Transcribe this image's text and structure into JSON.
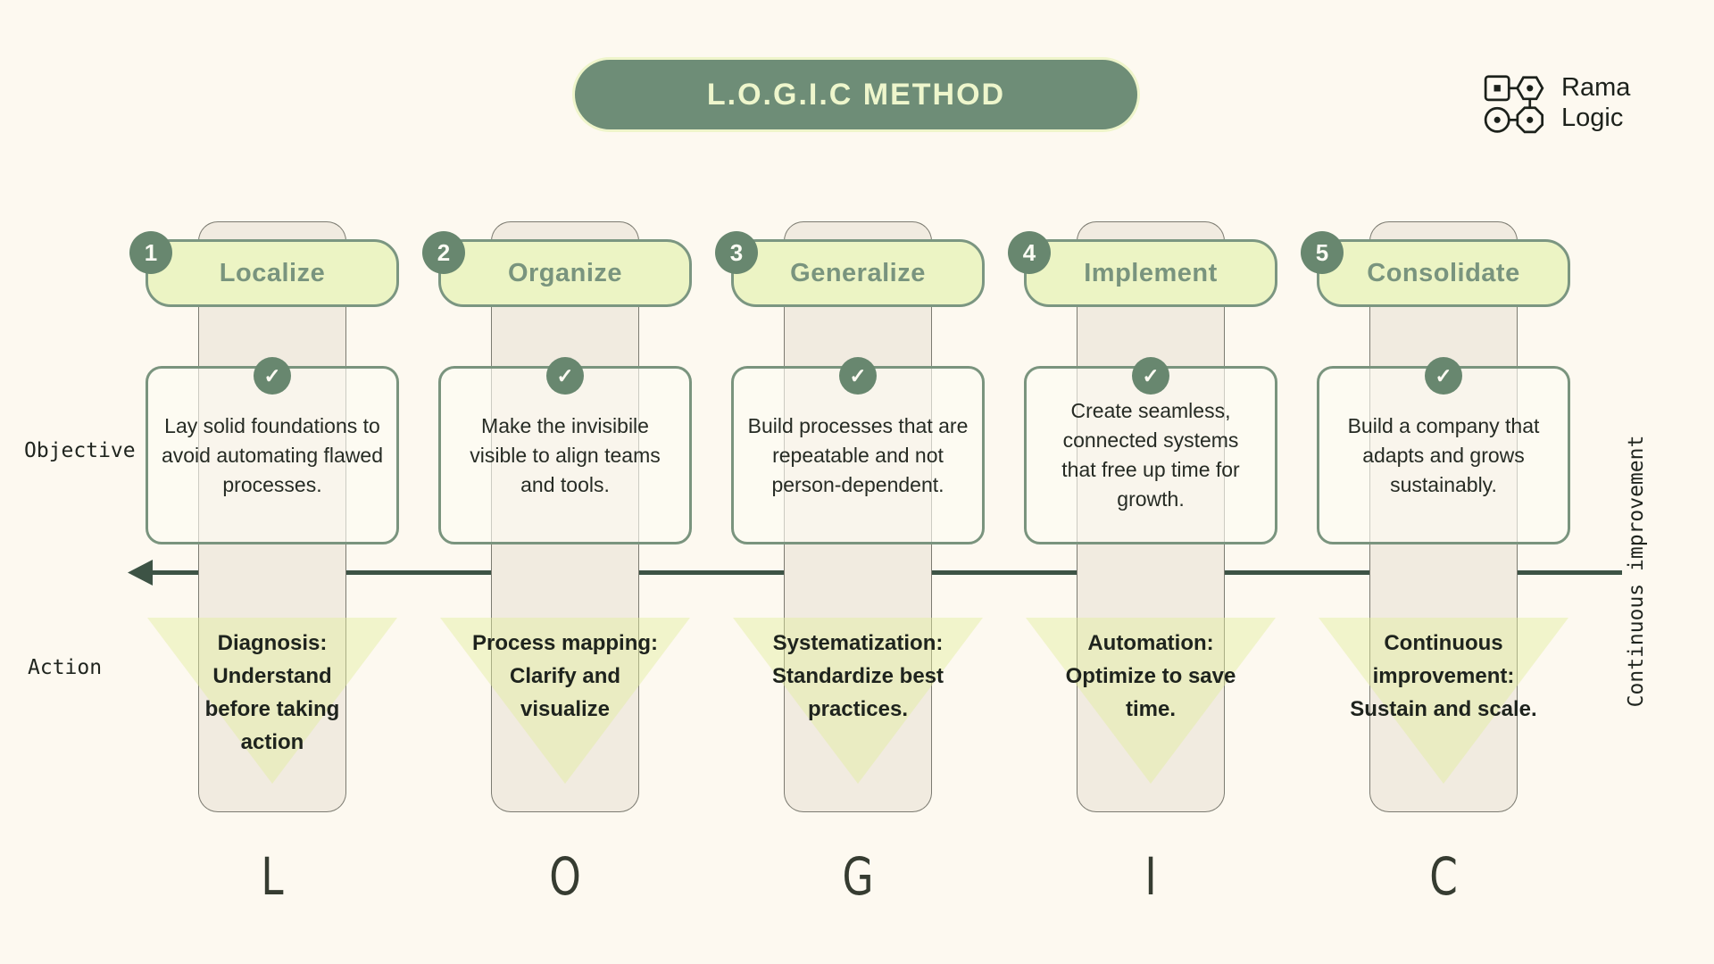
{
  "title": "L.O.G.I.C METHOD",
  "logo": {
    "icon": "network-nodes-icon",
    "name_line1": "Rama",
    "name_line2": "Logic"
  },
  "axis_labels": {
    "objective": "Objective",
    "action": "Action",
    "continuous_improvement": "Continuous improvement"
  },
  "icons": {
    "check": "✓"
  },
  "columns": [
    {
      "number": "1",
      "letter": "L",
      "title": "Localize",
      "objective": "Lay solid foundations to\navoid automating flawed\nprocesses.",
      "action": "Diagnosis:\nUnderstand\nbefore taking\naction"
    },
    {
      "number": "2",
      "letter": "O",
      "title": "Organize",
      "objective": "Make the invisibile\nvisible to align teams\nand tools.",
      "action": "Process mapping:\nClarify and visualize"
    },
    {
      "number": "3",
      "letter": "G",
      "title": "Generalize",
      "objective": "Build processes that are\nrepeatable and not\nperson-dependent.",
      "action": "Systematization:\nStandardize best\npractices."
    },
    {
      "number": "4",
      "letter": "I",
      "title": "Implement",
      "objective": "Create seamless,\nconnected systems\nthat free up time for\ngrowth.",
      "action": "Automation:\nOptimize to save\ntime."
    },
    {
      "number": "5",
      "letter": "C",
      "title": "Consolidate",
      "objective": "Build a company that\nadapts and grows\nsustainably.",
      "action": "Continuous\nimprovement:\nSustain and scale."
    }
  ],
  "colors": {
    "background": "#fdf9f0",
    "title_pill_fill": "#6e8d77",
    "title_text": "#eef6cc",
    "step_pill_fill": "#ecf4c4",
    "sage_border": "#7b9681",
    "badge_fill": "#68876f",
    "track_beige": "#f1ebe0",
    "triangle_lime": "#f1f4cb",
    "arrow_green": "#3d5345",
    "dark_text": "#1e231d"
  }
}
